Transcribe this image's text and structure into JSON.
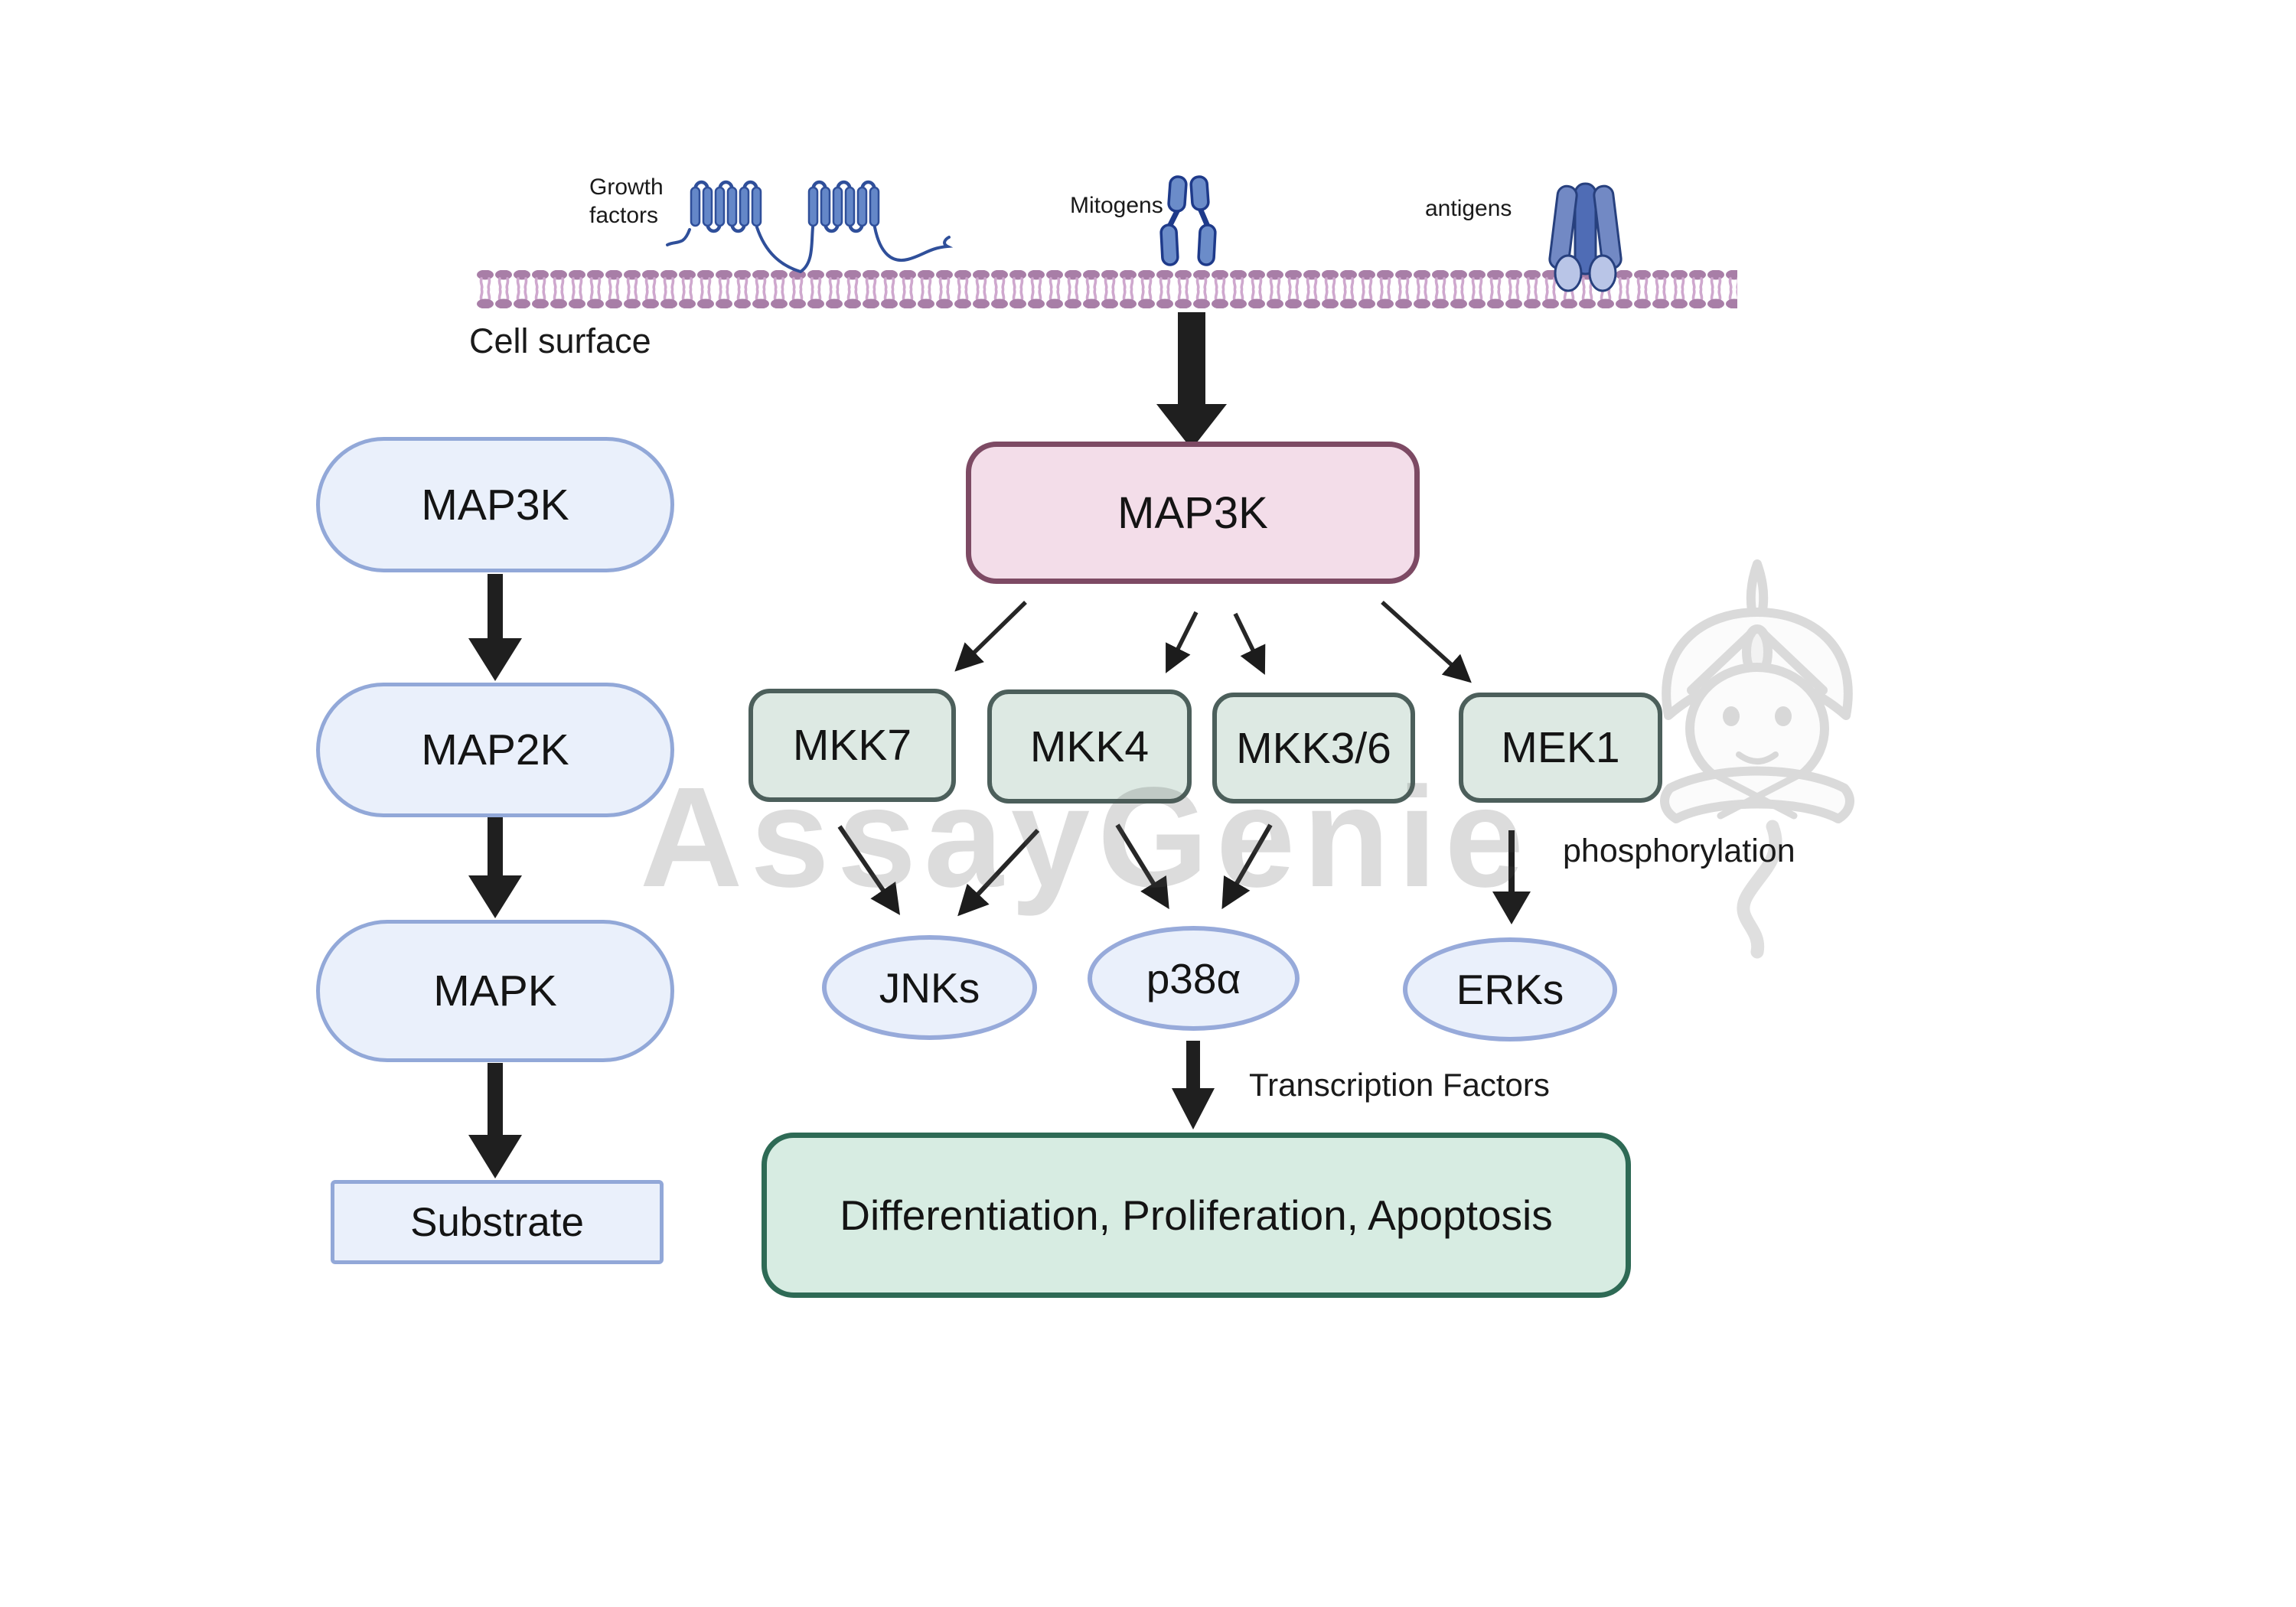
{
  "cell": {
    "surface_label": "Cell surface"
  },
  "stimuli": {
    "growth_factors": "Growth factors",
    "mitogens": "Mitogens",
    "antigens": "antigens"
  },
  "generic_cascade": {
    "map3k": "MAP3K",
    "map2k": "MAP2K",
    "mapk": "MAPK",
    "substrate": "Substrate"
  },
  "pathway": {
    "map3k": "MAP3K",
    "kinases": [
      "MKK7",
      "MKK4",
      "MKK3/6",
      "MEK1"
    ],
    "effectors": [
      "JNKs",
      "p38α",
      "ERKs"
    ],
    "outcome": "Differentiation, Proliferation, Apoptosis"
  },
  "annotations": {
    "phosphorylation": "phosphorylation",
    "transcription_factors": "Transcription Factors"
  },
  "watermark": {
    "text": "AssayGenie",
    "logo": "genie-icon"
  },
  "colors": {
    "membrane_head": "#a87ea7",
    "membrane_tail": "#cfa8ce",
    "receptor_blue": "#6487c8",
    "receptor_outline": "#2f4f9a",
    "cascade_fill": "#eaf0fb",
    "cascade_border": "#92a8d8",
    "map3k_fill": "#f3dde9",
    "map3k_border": "#7d4a64",
    "kinase_fill": "#dde9e3",
    "kinase_border": "#4c5f5b",
    "outcome_fill": "#d7ece2",
    "outcome_border": "#2e6a55",
    "arrow": "#1f1f1f",
    "watermark_gray": "#cfcfcf"
  }
}
